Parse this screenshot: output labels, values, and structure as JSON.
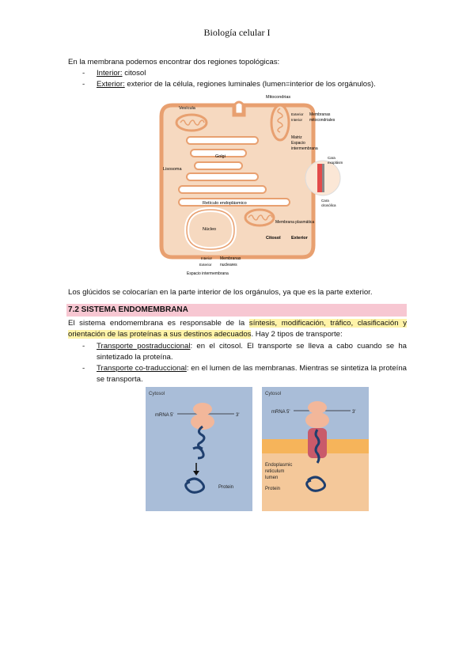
{
  "header": {
    "title": "Biología celular I"
  },
  "intro": {
    "lead": "En la membrana podemos encontrar dos regiones topológicas:",
    "items": [
      {
        "term": "Interior:",
        "text": " citosol"
      },
      {
        "term": "Exterior:",
        "text": " exterior de la célula, regiones luminales (lumen=interior de los orgánulos)."
      }
    ]
  },
  "cell_figure": {
    "labels": {
      "mitocondrias": "Mitocondrias",
      "vesicula": "Vesícula",
      "exterior_small": "Exterior",
      "interior_small": "Interior",
      "membranas_mito_1": "Membranas",
      "membranas_mito_2": "mitocondriales",
      "matriz": "Matriz",
      "espacio_1": "Espacio",
      "espacio_2": "intermembrana",
      "golgi": "Golgi",
      "lisosoma": "Lisosoma",
      "reticulo": "Retículo endoplásmico",
      "cara_exo_1": "Cara",
      "cara_exo_2": "exoplásm",
      "cara_cito_1": "Cara",
      "cara_cito_2": "citosólica",
      "nucleo": "Núcleo",
      "membrana_plasmatica": "Membrana plasmática",
      "citosol": "Citosol",
      "exterior": "Exterior",
      "interior_n": "Interior",
      "exterior_n": "Exterior",
      "membranas_n_1": "Membranas",
      "membranas_n_2": "nucleares",
      "espacio_inter": "Espacio intermembrana"
    }
  },
  "para_glucidos": "Los glúcidos se colocarían en la parte interior de los orgánulos, ya que es la parte exterior.",
  "section": {
    "title": "7.2 SISTEMA ENDOMEMBRANA"
  },
  "endo_para": {
    "p1": "El sistema endomembrana es responsable de la ",
    "hl1": "síntesis, modificación, tráfico, clasificación y orientación de las proteínas a sus destinos adecuados",
    "p2": ". Hay 2 tipos de transporte:"
  },
  "transport_items": [
    {
      "term": "Transporte postraduccional",
      "text": ": en el citosol. El transporte se lleva a cabo cuando se ha sintetizado la proteína."
    },
    {
      "term": "Transporte co-traduccional",
      "text": ": en el lumen de las membranas. Mientras se sintetiza la proteína se transporta."
    }
  ],
  "translation_figure": {
    "left": {
      "cytosol": "Cytosol",
      "mrna": "mRNA 5'",
      "three": "3'",
      "protein": "Protein"
    },
    "right": {
      "cytosol": "Cytosol",
      "mrna": "mRNA 5'",
      "three": "3'",
      "er_1": "Endoplasmic",
      "er_2": "reticulum",
      "er_3": "lumen",
      "protein": "Protein"
    }
  },
  "colors": {
    "cell_fill": "#f6d9c0",
    "cell_stroke": "#e8a070",
    "section_bg": "#f7c7d2",
    "highlight": "#fff3a8",
    "cytosol_blue": "#a9bdd8",
    "lumen_orange": "#f4c89a"
  }
}
